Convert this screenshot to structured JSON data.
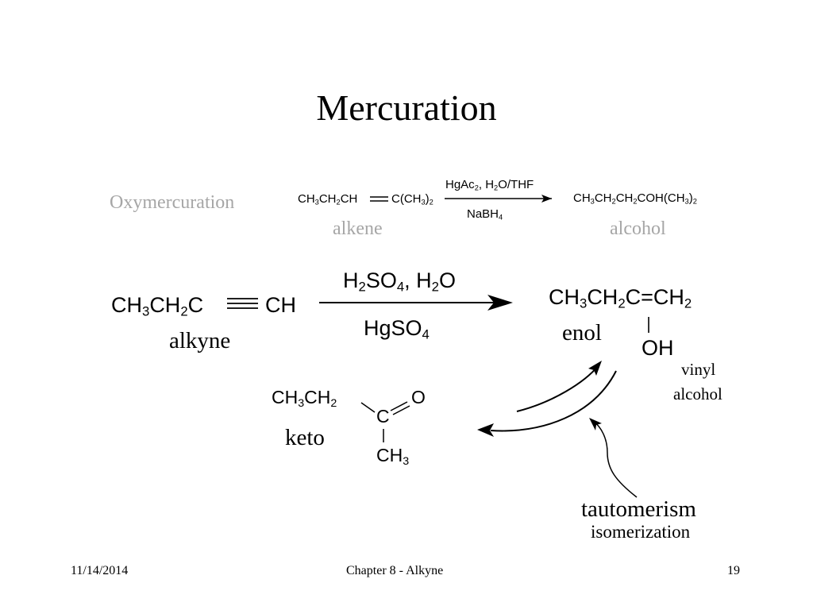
{
  "title": "Mercuration",
  "oxy": {
    "label": "Oxymercuration",
    "reactant": "CH3CH2CH",
    "reactant_right": "C(CH3)2",
    "reagent_top": "HgAc2, H2O/THF",
    "reagent_bottom": "NaBH4",
    "product": "CH3CH2CH2COH(CH3)2",
    "reactant_label": "alkene",
    "product_label": "alcohol"
  },
  "main": {
    "reactant_left": "CH3CH2C",
    "reactant_right": "CH",
    "reactant_label": "alkyne",
    "reagent_top": "H2SO4, H2O",
    "reagent_bottom": "HgSO4",
    "enol_formula": "CH3CH2C=CH2",
    "enol_oh": "OH",
    "enol_label": "enol",
    "vinyl_label_1": "vinyl",
    "vinyl_label_2": "alcohol",
    "keto_left": "CH3CH2",
    "keto_o": "O",
    "keto_c": "C",
    "keto_ch3": "CH3",
    "keto_label": "keto",
    "tautomerism": "tautomerism",
    "isomerization": "isomerization"
  },
  "footer": {
    "date": "11/14/2014",
    "chapter": "Chapter 8 - Alkyne",
    "page": "19"
  }
}
